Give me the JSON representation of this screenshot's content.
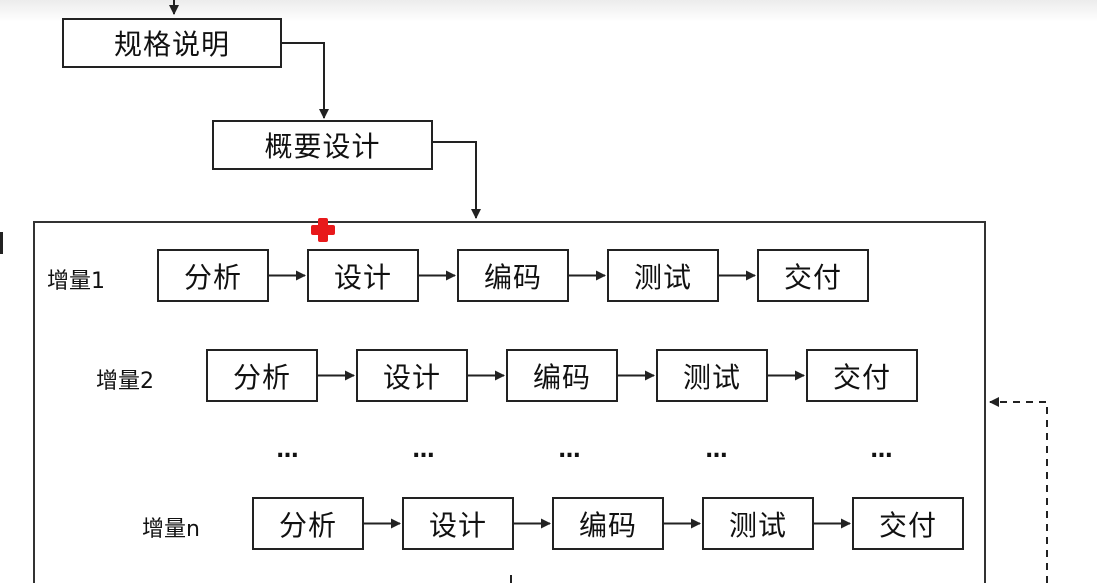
{
  "spec_box": {
    "label": "规格说明"
  },
  "outline_design_box": {
    "label": "概要设计"
  },
  "increments": [
    {
      "label": "增量1",
      "steps": [
        "分析",
        "设计",
        "编码",
        "测试",
        "交付"
      ]
    },
    {
      "label": "增量2",
      "steps": [
        "分析",
        "设计",
        "编码",
        "测试",
        "交付"
      ]
    },
    {
      "label": "增量n",
      "steps": [
        "分析",
        "设计",
        "编码",
        "测试",
        "交付"
      ]
    }
  ],
  "ellipsis": "…",
  "colors": {
    "line": "#222222",
    "marker": "#e8191b"
  }
}
